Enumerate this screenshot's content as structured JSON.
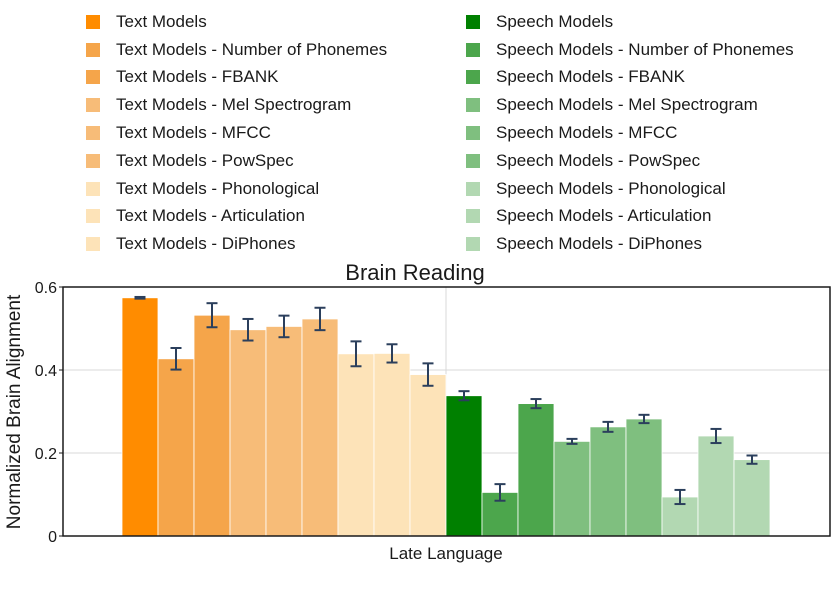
{
  "chart_data": {
    "type": "bar",
    "title": "Brain Reading",
    "xlabel": "Late Language",
    "ylabel": "Normalized Brain Alignment",
    "ylim": [
      0,
      0.6
    ],
    "yticks": [
      "0",
      "0.2",
      "0.4",
      "0.6"
    ],
    "grid": true,
    "legend_position": "top",
    "series": [
      {
        "name": "Text Models",
        "value": 0.574,
        "error": 0.002,
        "color": "#ff8c00"
      },
      {
        "name": "Text Models - Number of Phonemes",
        "value": 0.427,
        "error": 0.026,
        "color": "#f5a54a"
      },
      {
        "name": "Text Models - FBANK",
        "value": 0.532,
        "error": 0.029,
        "color": "#f5a54a"
      },
      {
        "name": "Text Models - Mel Spectrogram",
        "value": 0.497,
        "error": 0.026,
        "color": "#f7bc78"
      },
      {
        "name": "Text Models - MFCC",
        "value": 0.505,
        "error": 0.026,
        "color": "#f7bc78"
      },
      {
        "name": "Text Models - PowSpec",
        "value": 0.523,
        "error": 0.027,
        "color": "#f7bc78"
      },
      {
        "name": "Text Models - Phonological",
        "value": 0.439,
        "error": 0.03,
        "color": "#fde3b8"
      },
      {
        "name": "Text Models - Articulation",
        "value": 0.44,
        "error": 0.022,
        "color": "#fde3b8"
      },
      {
        "name": "Text Models - DiPhones",
        "value": 0.389,
        "error": 0.027,
        "color": "#fde3b8"
      },
      {
        "name": "Speech Models",
        "value": 0.338,
        "error": 0.011,
        "color": "#008000"
      },
      {
        "name": "Speech Models - Number of Phonemes",
        "value": 0.105,
        "error": 0.02,
        "color": "#4ca64c"
      },
      {
        "name": "Speech Models - FBANK",
        "value": 0.319,
        "error": 0.011,
        "color": "#4ca64c"
      },
      {
        "name": "Speech Models - Mel Spectrogram",
        "value": 0.228,
        "error": 0.006,
        "color": "#7fbf7f"
      },
      {
        "name": "Speech Models - MFCC",
        "value": 0.263,
        "error": 0.012,
        "color": "#7fbf7f"
      },
      {
        "name": "Speech Models - PowSpec",
        "value": 0.282,
        "error": 0.01,
        "color": "#7fbf7f"
      },
      {
        "name": "Speech Models - Phonological",
        "value": 0.094,
        "error": 0.017,
        "color": "#b2d8b2"
      },
      {
        "name": "Speech Models - Articulation",
        "value": 0.241,
        "error": 0.017,
        "color": "#b2d8b2"
      },
      {
        "name": "Speech Models - DiPhones",
        "value": 0.184,
        "error": 0.01,
        "color": "#b2d8b2"
      }
    ],
    "error_bar_color": "#2b3f5c"
  }
}
